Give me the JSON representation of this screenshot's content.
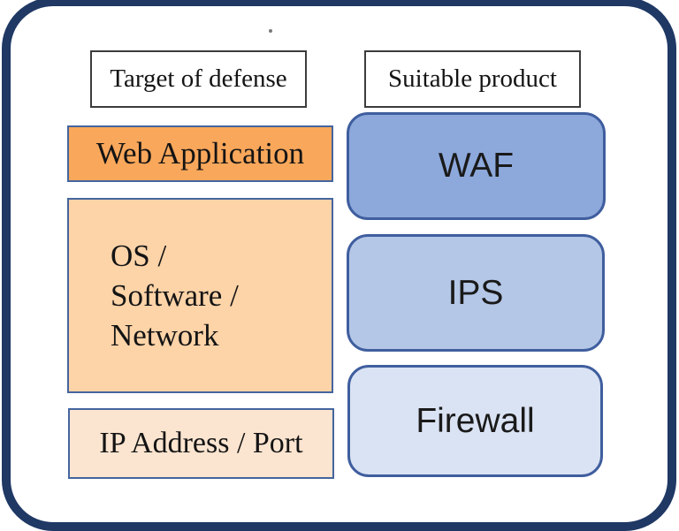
{
  "diagram": {
    "stray_dot": "",
    "left_column": {
      "header": "Target of defense",
      "web_application": "Web Application",
      "os_software_network": {
        "line1": "OS /",
        "line2": "Software /",
        "line3": "Network"
      },
      "ip_address_port": "IP Address / Port"
    },
    "right_column": {
      "header": "Suitable product",
      "waf": "WAF",
      "ips": "IPS",
      "firewall": "Firewall"
    },
    "colors": {
      "frame": "#1F3864",
      "web_application_fill": "#F9A75B",
      "os_fill": "#FDD3A8",
      "ip_fill": "#FCE5D0",
      "waf_fill": "#8DA9DC",
      "ips_fill": "#B4C7E7",
      "firewall_fill": "#DAE3F3",
      "orange_box_border": "#44659E",
      "blue_box_border": "#3F5E9E"
    }
  }
}
